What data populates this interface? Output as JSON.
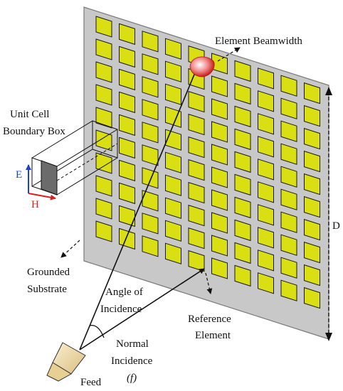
{
  "labels": {
    "element_beamwidth": "Element Beamwidth",
    "unit_cell_1": "Unit Cell",
    "unit_cell_2": "Boundary Box",
    "e_axis": "E",
    "h_axis": "H",
    "grounded_1": "Grounded",
    "grounded_2": "Substrate",
    "angle_1": "Angle of",
    "angle_2": "Incidence",
    "reference_1": "Reference",
    "reference_2": "Element",
    "normal_1": "Normal",
    "normal_2": "Incidence",
    "normal_3": "(f)",
    "feed": "Feed",
    "dimension": "D"
  },
  "grid": {
    "rows": 10,
    "cols": 10
  },
  "colors": {
    "substrate": "#c8c8c8",
    "substrate_edge": "#7a7a7a",
    "element_fill": "#d9df12",
    "element_edge": "#1a1a1a",
    "e_field": "#1f3fd6",
    "h_field": "#d62020",
    "beam_red": "#d02a2a",
    "feed_fill": "#f1ddb0"
  }
}
